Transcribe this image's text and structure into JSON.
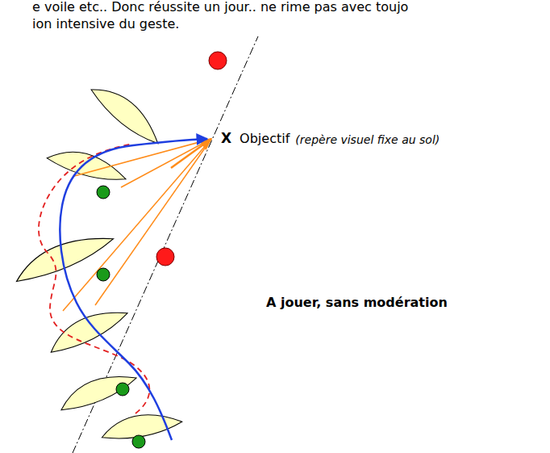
{
  "diagram": {
    "labels": [
      "e voile etc.. Donc réussite un jour.. ne rime pas avec toujo",
      "ion intensive du geste.",
      "X",
      "Objectif",
      "(repère visuel fixe au sol)",
      "A jouer, sans modération"
    ]
  }
}
